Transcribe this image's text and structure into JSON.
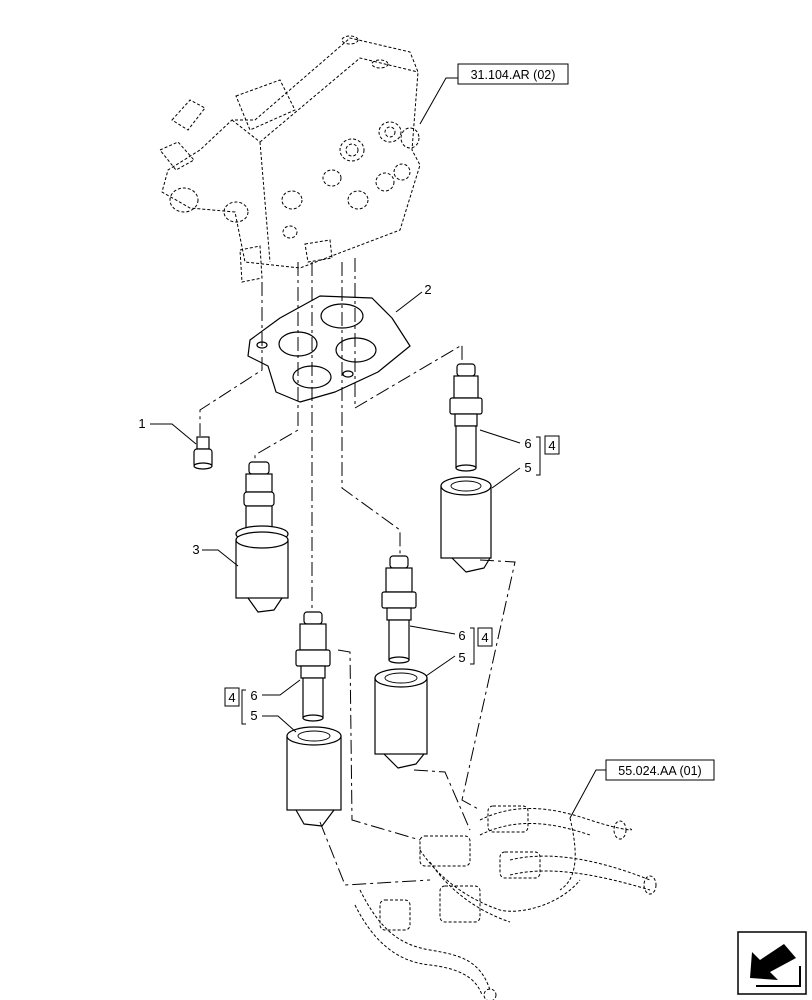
{
  "references": {
    "valve_block": "31.104.AR (02)",
    "harness": "55.024.AA (01)"
  },
  "callouts": {
    "c1": "1",
    "c2": "2",
    "c3": "3",
    "c4a": "4",
    "c4b": "4",
    "c4c": "4",
    "c5a": "5",
    "c5b": "5",
    "c5c": "5",
    "c6a": "6",
    "c6b": "6",
    "c6c": "6"
  },
  "nav_icon": "next-page-arrow-icon"
}
